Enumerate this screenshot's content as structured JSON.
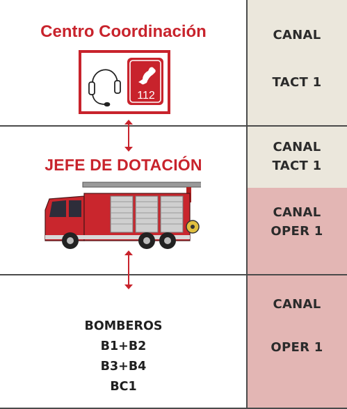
{
  "coordination": {
    "title": "Centro Coordinación",
    "phone_number": "112",
    "icons": [
      "headset-icon",
      "phone-icon"
    ]
  },
  "jefe": {
    "title": "JEFE DE DOTACIÓN",
    "vehicle": "fire-truck-icon"
  },
  "brigade": {
    "lines": [
      "BOMBEROS",
      "B1+B2",
      "B3+B4",
      "BC1"
    ]
  },
  "channels": {
    "cell1": [
      "CANAL",
      "TACT 1"
    ],
    "cell2": [
      "CANAL",
      "TACT 1"
    ],
    "cell3": [
      "CANAL",
      "OPER 1"
    ],
    "cell4": [
      "CANAL",
      "OPER 1"
    ]
  },
  "colors": {
    "accent_red": "#c8232c",
    "tact_bg": "#ebe7dc",
    "oper_bg": "#e3b6b4"
  }
}
